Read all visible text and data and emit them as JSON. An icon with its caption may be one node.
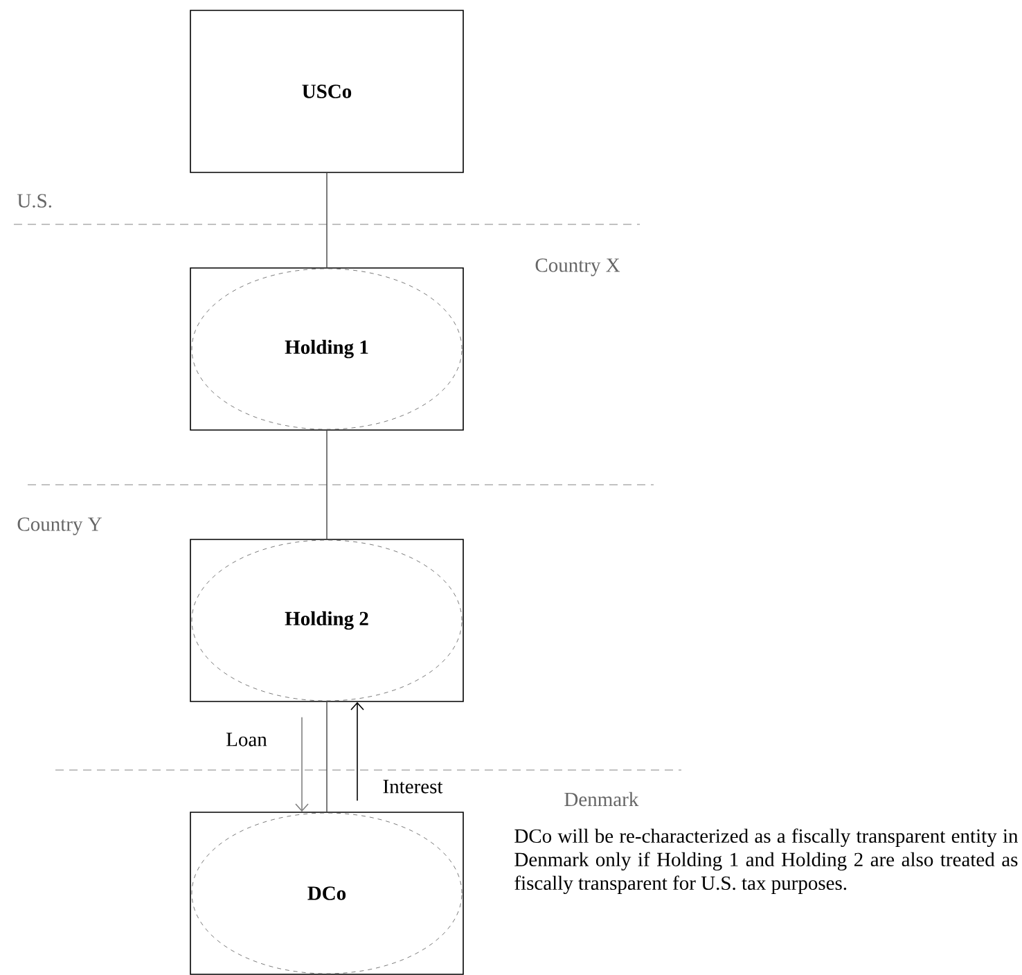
{
  "diagram": {
    "nodes": [
      {
        "text": [
          "USCo"
        ]
      },
      {
        "text": [],
        "shape": "box"
      },
      {
        "text": [
          "Holding 1"
        ],
        "in": 1
      },
      {
        "text": [],
        "shape": "box"
      },
      {
        "text": [
          "Holding 2"
        ],
        "in": 3
      },
      {
        "text": [],
        "shape": "box"
      },
      {
        "text": [
          "DCo"
        ],
        "in": 5
      }
    ],
    "edges": [
      {
        "from": 0,
        "to": 1,
        "arrow": "none"
      },
      {
        "from": 1,
        "to": 3,
        "arrow": "none"
      },
      {
        "from": 3,
        "to": 5,
        "arrow": "none"
      },
      {
        "from": 3,
        "to": 5,
        "arrow": "to",
        "label": "Loan",
        "color": "#808080"
      },
      {
        "from": 5,
        "to": 3,
        "arrow": "to",
        "label": "Interest",
        "color": "#000000"
      }
    ],
    "labels": [
      "U.S.",
      "Country X",
      "Country Y",
      "Denmark",
      "DCo will be re-characterized as a fiscally transparent entity in Denmark only if Holding 1 and Holding 2 are also treated as fiscally transparent for U.S. tax purposes."
    ]
  }
}
